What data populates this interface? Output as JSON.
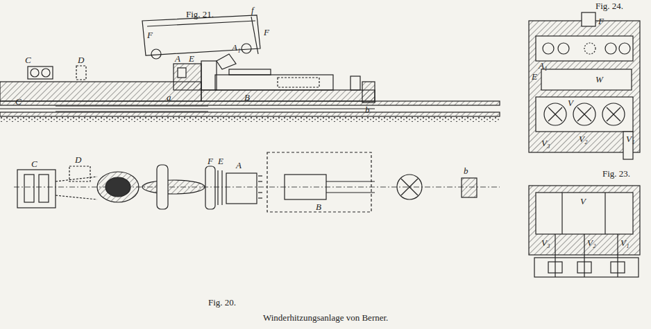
{
  "diagram": {
    "caption": "Winderhitzungsanlage von Berner.",
    "labels": [
      "Fig. 21.",
      "C",
      "D",
      "C",
      "F",
      "f",
      "F",
      "A",
      "E",
      "A₁",
      "a",
      "B",
      "b",
      "Fig. 20.",
      "C",
      "D",
      "F",
      "E",
      "A",
      "B",
      "b",
      "Fig. 24.",
      "F",
      "A₁",
      "E",
      "W",
      "V",
      "V₃",
      "V₂",
      "V₁",
      "Fig. 23.",
      "V",
      "V₃",
      "V₂",
      "V₁"
    ]
  }
}
